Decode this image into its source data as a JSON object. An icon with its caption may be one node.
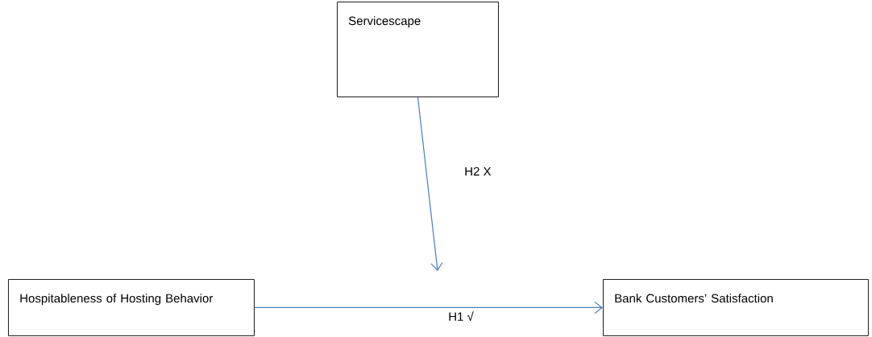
{
  "diagram": {
    "nodes": [
      {
        "text": [
          "Servicescape"
        ]
      },
      {
        "text": [
          "Hospitableness of Hosting Behavior"
        ]
      },
      {
        "text": [
          "Bank Customers’ Satisfaction"
        ]
      }
    ],
    "edges": [
      {
        "from": 0,
        "to": null,
        "arrow": "to",
        "label": "H2 X"
      },
      {
        "from": 1,
        "to": 2,
        "arrow": "to",
        "label": "H1 √"
      }
    ]
  }
}
